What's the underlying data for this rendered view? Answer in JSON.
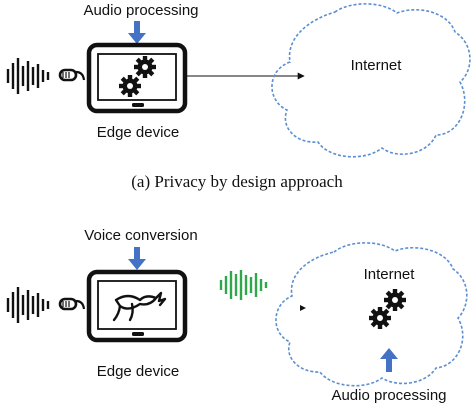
{
  "panel_a": {
    "top_label": "Audio processing",
    "device_label": "Edge device",
    "cloud_label": "Internet",
    "caption": "(a) Privacy by design approach",
    "icons": [
      "sound-wave-icon",
      "microphone-icon",
      "tablet-icon",
      "gears-icon",
      "blue-down-arrow-icon",
      "cloud-icon"
    ]
  },
  "panel_b": {
    "top_label": "Voice conversion",
    "device_label": "Edge device",
    "cloud_label": "Internet",
    "cloud_bottom_label": "Audio processing",
    "icons": [
      "sound-wave-icon",
      "microphone-icon",
      "tablet-icon",
      "mask-icon",
      "converted-wave-icon",
      "gears-icon",
      "blue-up-arrow-icon",
      "cloud-icon"
    ]
  },
  "colors": {
    "arrow_blue": "#4472c4",
    "converted_wave_green": "#2ea84a",
    "cloud_outline": "#5b8fd0",
    "ink": "#111111"
  }
}
